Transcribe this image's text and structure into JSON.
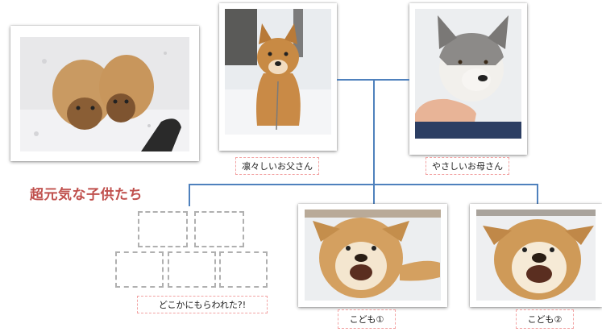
{
  "title": "超元気な子供たち",
  "father": {
    "label": "凛々しいお父さん"
  },
  "mother": {
    "label": "やさしいお母さん"
  },
  "child1": {
    "label": "こども①"
  },
  "child2": {
    "label": "こども②"
  },
  "missing": {
    "label": "どこかにもらわれた?!"
  },
  "colors": {
    "connector": "#4f81bd",
    "title": "#c0504d",
    "label_border": "#f2a3a3",
    "placeholder_border": "#b0b0b0"
  }
}
